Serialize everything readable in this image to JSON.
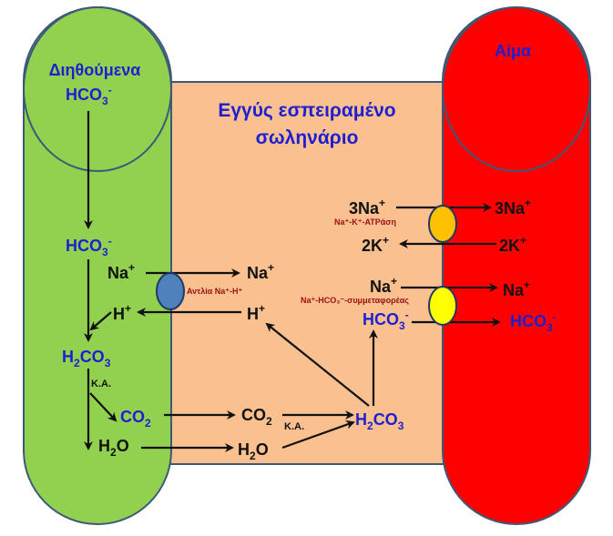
{
  "title": "Εγγύς εσπειραμένο σωληνάριο",
  "title_line1": "Εγγύς εσπειραμένο",
  "title_line2": "σωληνάριο",
  "lumen_label_line1": "Διηθούμενα",
  "lumen_label_line2": "HCO",
  "blood_label": "Αίμα",
  "colors": {
    "lumen": "#92d050",
    "cell": "#fac090",
    "blood": "#ff0000",
    "outline": "#3c5a78",
    "text_blue": "#1f1fd0",
    "text_dark_red": "#9b1010",
    "atpase_transporter": "#ffc000",
    "antiporter": "#4f81bd",
    "symporter": "#ffff00"
  },
  "lumen": {
    "hco3": "HCO",
    "na": "Na",
    "h": "H",
    "h2co3": "H",
    "ca": "Κ.Α.",
    "co2": "CO",
    "h2o": "H"
  },
  "cell": {
    "na": "Na",
    "h": "H",
    "co2": "CO",
    "ca": "Κ.Α.",
    "h2o": "H",
    "h2co3": "H",
    "na_basolateral": "Na",
    "hco3": "HCO",
    "k3na": "3Na",
    "k2k": "2K"
  },
  "blood": {
    "na3": "3Na",
    "k2": "2K",
    "na": "Na",
    "hco3": "HCO"
  },
  "transporters": {
    "antiporter": "Αντλία Na⁺-H⁺",
    "atpase": "Na⁺-K⁺-ΑΤΡάση",
    "symporter": "Na⁺-HCO₃⁻-συμμεταφορέας"
  },
  "sub": {
    "three": "3",
    "two": "2"
  },
  "sup": {
    "plus": "+",
    "minus": "-"
  }
}
